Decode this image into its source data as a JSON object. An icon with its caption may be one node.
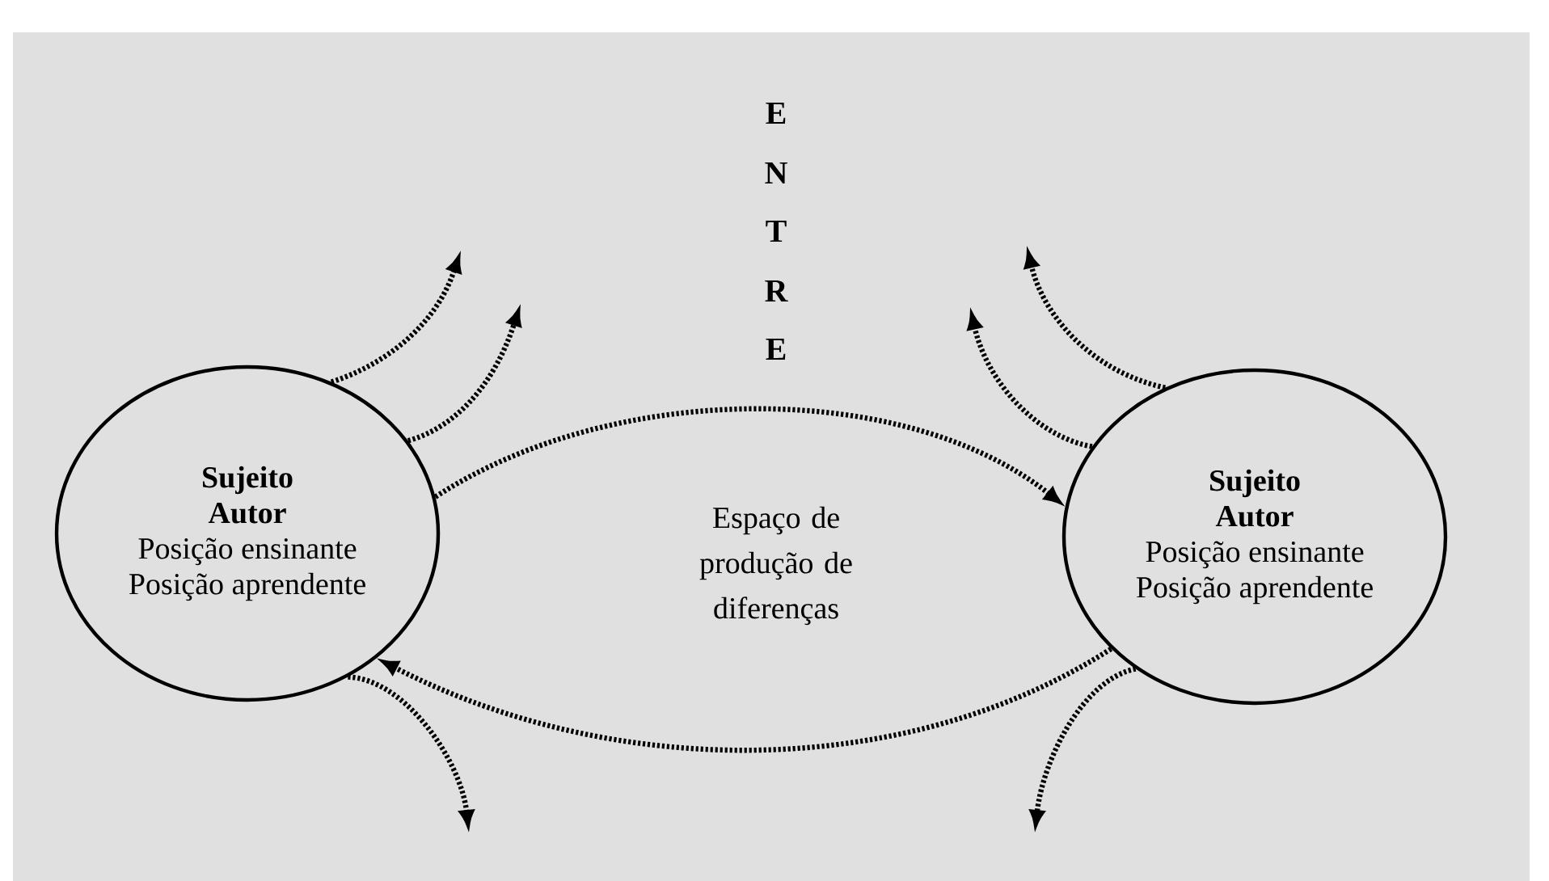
{
  "diagram": {
    "nodes": [
      {
        "text": [
          "Sujeito Autor",
          "Posição ensinante",
          "Posição aprendente"
        ]
      },
      {
        "text": [
          "Sujeito Autor",
          "Posição ensinante",
          "Posição aprendente"
        ]
      }
    ],
    "edges": [
      {
        "from": 0,
        "to": 1,
        "arrow": "to"
      },
      {
        "from": 1,
        "to": 0,
        "arrow": "to"
      },
      {
        "from": 0,
        "to": null,
        "arrow": "to"
      },
      {
        "from": 0,
        "to": null,
        "arrow": "to"
      },
      {
        "from": 0,
        "to": null,
        "arrow": "to"
      },
      {
        "from": 1,
        "to": null,
        "arrow": "to"
      },
      {
        "from": 1,
        "to": null,
        "arrow": "to"
      },
      {
        "from": 1,
        "to": null,
        "arrow": "to"
      }
    ],
    "labels": [
      "E",
      "N",
      "T",
      "R",
      "E",
      "Espaço de produção de diferenças"
    ]
  }
}
